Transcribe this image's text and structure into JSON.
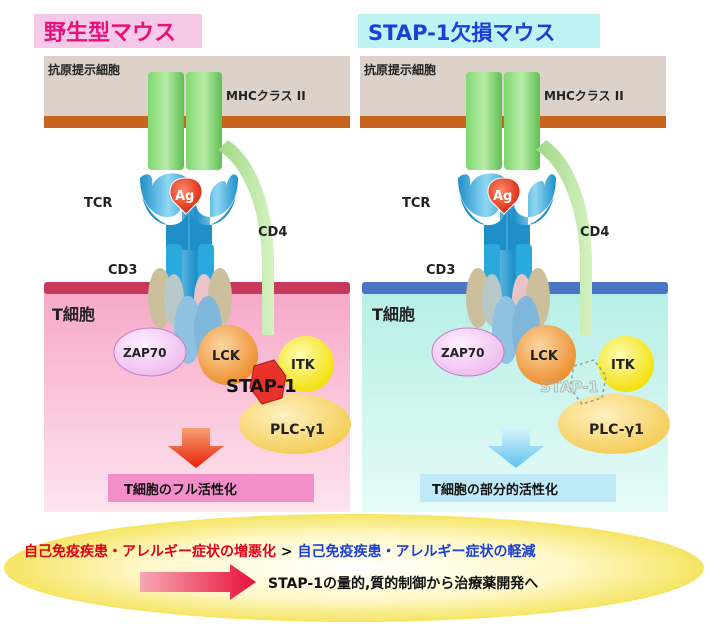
{
  "left_panel": {
    "title": "野生型マウス",
    "apc_label": "抗原提示細胞",
    "mhc_label": "MHCクラス II",
    "tcr_label": "TCR",
    "antigen_label": "Ag",
    "cd4_label": "CD4",
    "cd3_label": "CD3",
    "tcell_label": "T細胞",
    "zap70_label": "ZAP70",
    "lck_label": "LCK",
    "itk_label": "ITK",
    "stap1_label": "STAP-1",
    "plc_label": "PLC-γ1",
    "result_label": "T細胞のフル活性化"
  },
  "right_panel": {
    "title": "STAP-1欠損マウス",
    "apc_label": "抗原提示細胞",
    "mhc_label": "MHCクラス II",
    "tcr_label": "TCR",
    "antigen_label": "Ag",
    "cd4_label": "CD4",
    "cd3_label": "CD3",
    "tcell_label": "T細胞",
    "zap70_label": "ZAP70",
    "lck_label": "LCK",
    "itk_label": "ITK",
    "stap1_ghost_label": "STAP-1",
    "plc_label": "PLC-γ1",
    "result_label": "T細胞の部分的活性化"
  },
  "bottom": {
    "comparison_left": "自己免疫疾患・アレルギー症状の増悪化",
    "comparison_sep": ">",
    "comparison_right": "自己免疫疾患・アレルギー症状の軽減",
    "conclusion": "STAP-1の量的,質的制御から治療薬開発へ"
  },
  "colors": {
    "left_title_bg": "#f6c9e8",
    "left_title_text": "#e8107a",
    "right_title_bg": "#bff3f3",
    "right_title_text": "#1a3fd6",
    "apc_bg": "#ddd2ca",
    "apc_membrane": "#c8641e",
    "left_cell": "#f7bfd8",
    "right_cell": "#cdf5ef",
    "left_membrane": "#c8385a",
    "right_membrane": "#4a74c4",
    "mhc": "#6fcf60",
    "tcr": "#29a9de",
    "antigen": "#e8321e",
    "lck": "#f09a3c",
    "itk": "#f6e70d",
    "plc": "#f7d36a",
    "zap70": "#f2c6f2",
    "stap1": "#e8322a",
    "red_text": "#e0001a",
    "blue_text": "#1a3fd6"
  }
}
